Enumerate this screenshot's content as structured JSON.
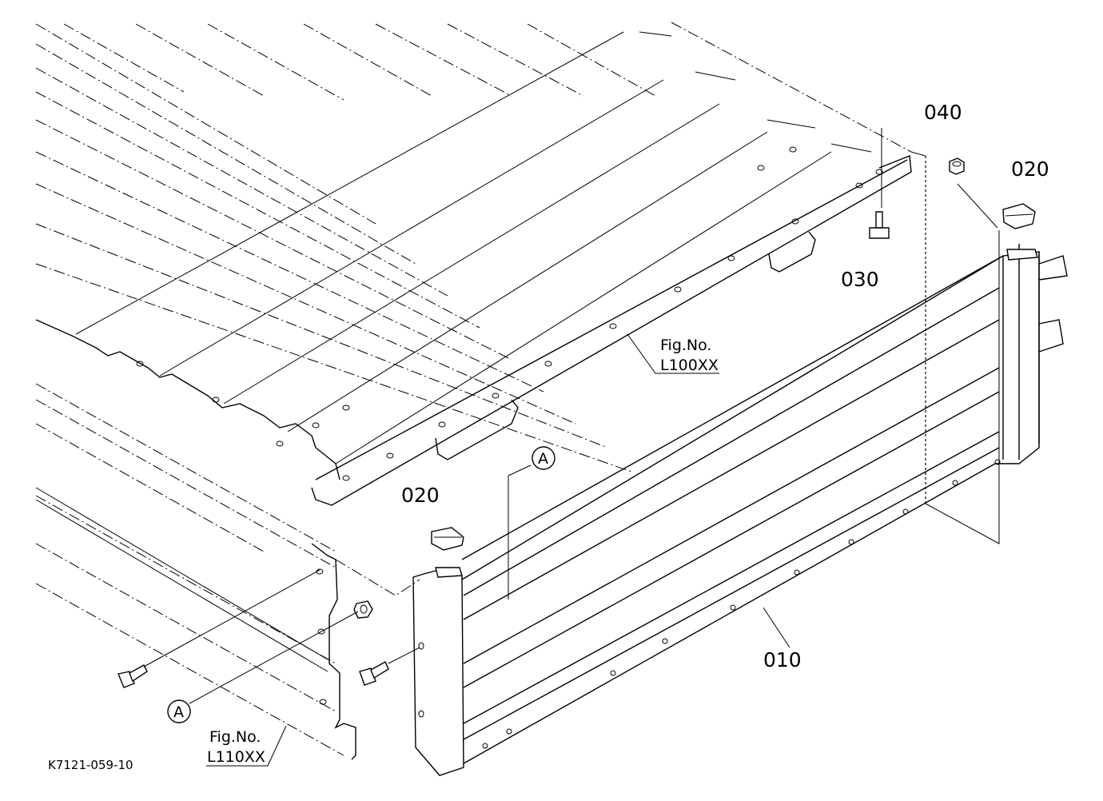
{
  "parts": {
    "p010": "010",
    "p020_left": "020",
    "p020_right": "020",
    "p030": "030",
    "p040": "040"
  },
  "references": {
    "fig_upper_line1": "Fig.No.",
    "fig_upper_line2": "L100XX",
    "fig_lower_line1": "Fig.No.",
    "fig_lower_line2": "L110XX",
    "circle_a_upper": "A",
    "circle_a_lower": "A"
  },
  "drawing_code": "K7121-059-10"
}
